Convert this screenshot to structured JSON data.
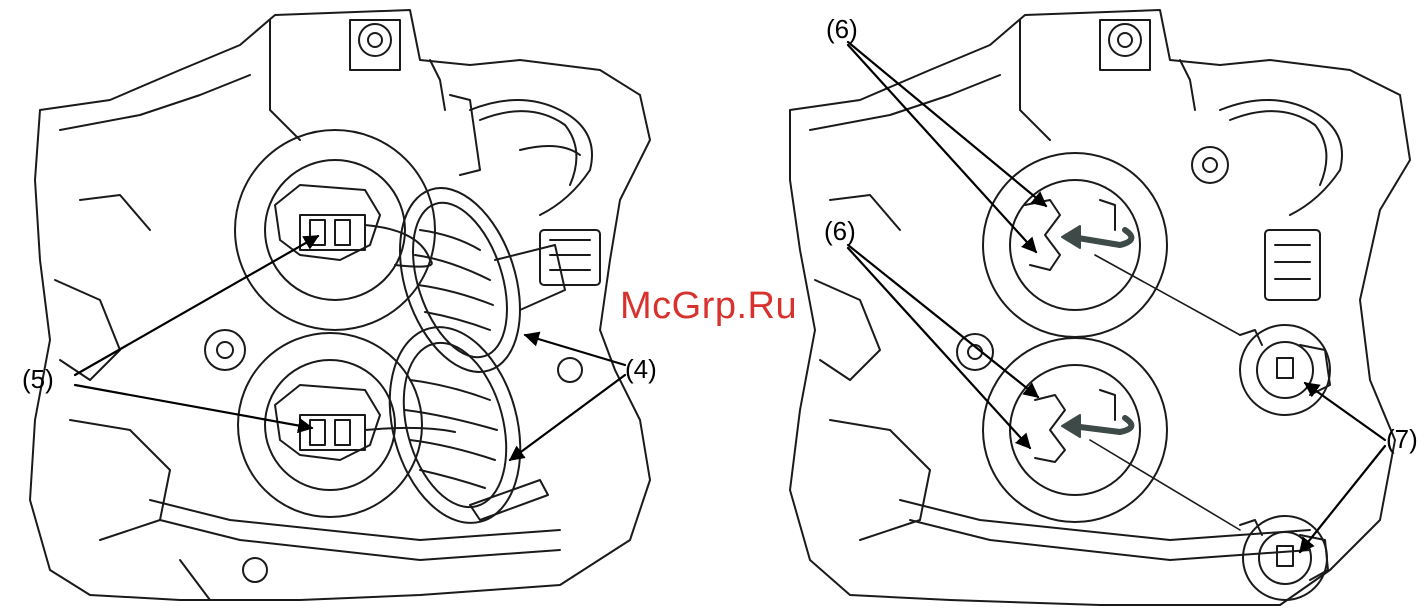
{
  "callouts": {
    "c4": "(4)",
    "c5": "(5)",
    "c6_top": "(6)",
    "c6_mid": "(6)",
    "c7": "(7)"
  },
  "watermark": "McGrp.Ru",
  "colors": {
    "line": "#1a1a1a",
    "arrow_turn": "#3d4a47",
    "watermark": "#d8322e"
  },
  "panels": [
    "left-headlight-connector-removal",
    "right-headlight-bulb-removal"
  ]
}
